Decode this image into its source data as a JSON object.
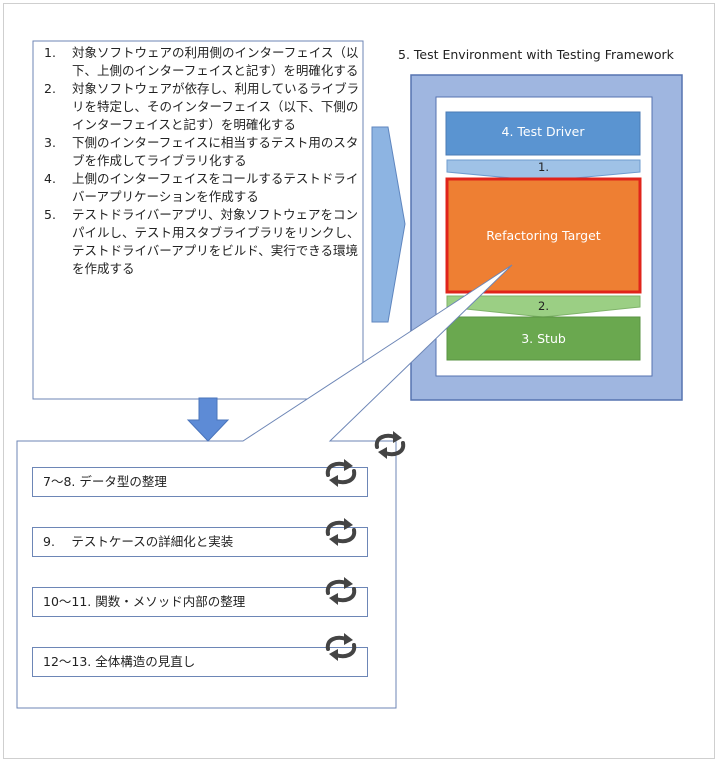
{
  "steps": [
    {
      "num": "1.",
      "text": "対象ソフトウェアの利用側のインターフェイス（以下、上側のインターフェイスと記す）を明確化する"
    },
    {
      "num": "2.",
      "text": "対象ソフトウェアが依存し、利用しているライブラリを特定し、そのインターフェイス（以下、下側のインターフェイスと記す）を明確化する"
    },
    {
      "num": "3.",
      "text": "下側のインターフェイスに相当するテスト用のスタブを作成してライブラリ化する"
    },
    {
      "num": "4.",
      "text": "上側のインターフェイスをコールするテストドライバーアプリケーションを作成する"
    },
    {
      "num": "5.",
      "text": "テストドライバーアプリ、対象ソフトウェアをコンパイルし、テスト用スタブライブラリをリンクし、テストドライバーアプリをビルド、実行できる環境を作成する"
    }
  ],
  "environment": {
    "title": "5. Test Environment with Testing Framework",
    "test_driver": "4. Test Driver",
    "arrow_1": "1.",
    "refactoring_target": "Refactoring Target",
    "arrow_2": "2.",
    "stub": "3. Stub"
  },
  "tasks": [
    {
      "label": "7～8. データ型の整理"
    },
    {
      "label": "9.　 テストケースの詳細化と実装"
    },
    {
      "label": "10～11. 関数・メソッド内部の整理"
    },
    {
      "label": "12～13. 全体構造の見直し"
    }
  ],
  "colors": {
    "env_outer": "#9fb6e0",
    "env_border": "#5673b0",
    "driver": "#5a94d1",
    "target": "#ee7f33",
    "target_border": "#e0241b",
    "stub": "#6aa84f",
    "arrow_light_blue": "#9fc2e6",
    "arrow_light_green": "#9bcf84",
    "big_arrow": "#8db4e2",
    "down_arrow": "#5d8bd6",
    "cycle_icon": "#444444"
  }
}
